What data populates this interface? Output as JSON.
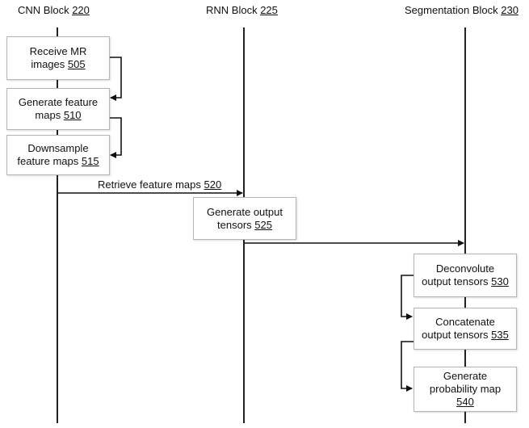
{
  "headers": {
    "cnn": {
      "label": "CNN Block",
      "ref": "220"
    },
    "rnn": {
      "label": "RNN Block",
      "ref": "225"
    },
    "seg": {
      "label": "Segmentation Block",
      "ref": "230"
    }
  },
  "steps": {
    "s505": {
      "line1": "Receive MR",
      "line2": "images",
      "ref": "505"
    },
    "s510": {
      "line1": "Generate feature",
      "line2": "maps",
      "ref": "510"
    },
    "s515": {
      "line1": "Downsample",
      "line2": "feature maps",
      "ref": "515"
    },
    "s525": {
      "line1": "Generate output",
      "line2": "tensors",
      "ref": "525"
    },
    "s530": {
      "line1": "Deconvolute",
      "line2": "output tensors",
      "ref": "530"
    },
    "s535": {
      "line1": "Concatenate",
      "line2": "output tensors",
      "ref": "535"
    },
    "s540": {
      "line1": "Generate",
      "line2": "probability map",
      "ref": "540"
    }
  },
  "messages": {
    "m520": {
      "label": "Retrieve feature maps",
      "ref": "520"
    }
  }
}
